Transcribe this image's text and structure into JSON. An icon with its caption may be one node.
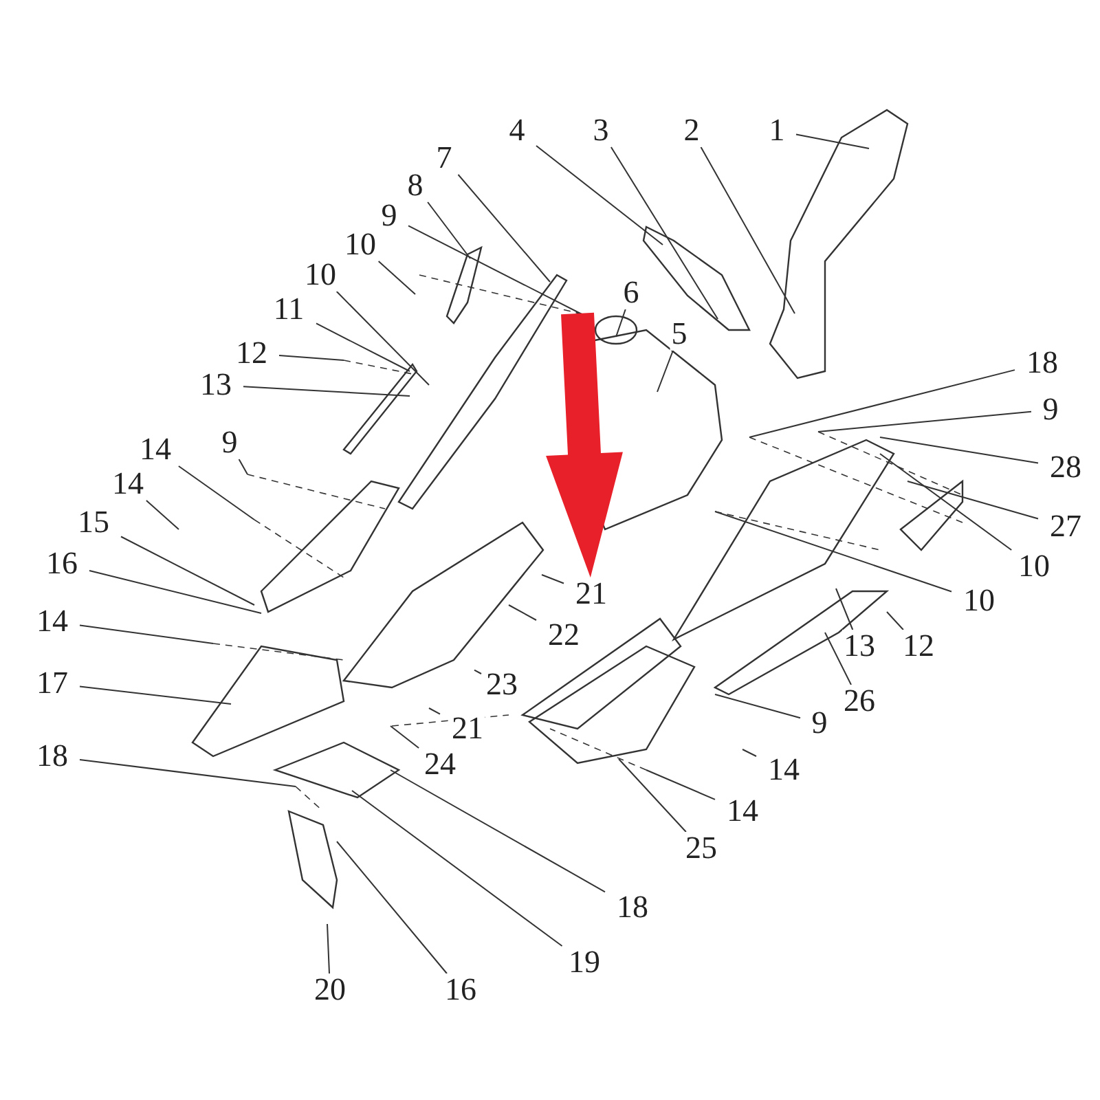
{
  "diagram": {
    "nodes": [
      {
        "text": [
          "1"
        ]
      },
      {
        "text": [
          "2"
        ]
      },
      {
        "text": [
          "3"
        ]
      },
      {
        "text": [
          "4"
        ]
      },
      {
        "text": [
          "5"
        ]
      },
      {
        "text": [
          "6"
        ]
      },
      {
        "text": [
          "7"
        ]
      },
      {
        "text": [
          "8"
        ]
      },
      {
        "text": [
          "9"
        ]
      },
      {
        "text": [
          "10"
        ]
      },
      {
        "text": [
          "10"
        ]
      },
      {
        "text": [
          "11"
        ]
      },
      {
        "text": [
          "12"
        ]
      },
      {
        "text": [
          "13"
        ]
      },
      {
        "text": [
          "9"
        ]
      },
      {
        "text": [
          "14"
        ]
      },
      {
        "text": [
          "14"
        ]
      },
      {
        "text": [
          "15"
        ]
      },
      {
        "text": [
          "16"
        ]
      },
      {
        "text": [
          "14"
        ]
      },
      {
        "text": [
          "17"
        ]
      },
      {
        "text": [
          "18"
        ]
      },
      {
        "text": [
          "18"
        ]
      },
      {
        "text": [
          "9"
        ]
      },
      {
        "text": [
          "28"
        ]
      },
      {
        "text": [
          "27"
        ]
      },
      {
        "text": [
          "10"
        ]
      },
      {
        "text": [
          "10"
        ]
      },
      {
        "text": [
          "21"
        ]
      },
      {
        "text": [
          "22"
        ]
      },
      {
        "text": [
          "13"
        ]
      },
      {
        "text": [
          "12"
        ]
      },
      {
        "text": [
          "26"
        ]
      },
      {
        "text": [
          "23"
        ]
      },
      {
        "text": [
          "21"
        ]
      },
      {
        "text": [
          "24"
        ]
      },
      {
        "text": [
          "9"
        ]
      },
      {
        "text": [
          "14"
        ]
      },
      {
        "text": [
          "14"
        ]
      },
      {
        "text": [
          "25"
        ]
      },
      {
        "text": [
          "18"
        ]
      },
      {
        "text": [
          "19"
        ]
      },
      {
        "text": [
          "20"
        ]
      },
      {
        "text": [
          "16"
        ]
      }
    ],
    "edges": [
      {
        "from": 0,
        "to": null,
        "arrow": "none"
      },
      {
        "from": 1,
        "to": null,
        "arrow": "none"
      },
      {
        "from": 2,
        "to": null,
        "arrow": "none"
      },
      {
        "from": 3,
        "to": null,
        "arrow": "none"
      },
      {
        "from": 4,
        "to": null,
        "arrow": "none"
      },
      {
        "from": 5,
        "to": null,
        "arrow": "none"
      },
      {
        "from": 6,
        "to": null,
        "arrow": "none"
      },
      {
        "from": 7,
        "to": null,
        "arrow": "none"
      },
      {
        "from": 8,
        "to": null,
        "arrow": "none"
      },
      {
        "from": 9,
        "to": null,
        "arrow": "none"
      },
      {
        "from": 10,
        "to": null,
        "arrow": "none"
      },
      {
        "from": 11,
        "to": null,
        "arrow": "none"
      },
      {
        "from": 12,
        "to": null,
        "arrow": "none"
      },
      {
        "from": 13,
        "to": null,
        "arrow": "none"
      },
      {
        "from": 14,
        "to": null,
        "arrow": "none"
      },
      {
        "from": 15,
        "to": null,
        "arrow": "none"
      },
      {
        "from": 16,
        "to": null,
        "arrow": "none"
      },
      {
        "from": 17,
        "to": null,
        "arrow": "none"
      },
      {
        "from": 18,
        "to": null,
        "arrow": "none"
      },
      {
        "from": 19,
        "to": null,
        "arrow": "none"
      },
      {
        "from": 20,
        "to": null,
        "arrow": "none"
      },
      {
        "from": 21,
        "to": null,
        "arrow": "none"
      },
      {
        "from": 22,
        "to": null,
        "arrow": "none"
      },
      {
        "from": 23,
        "to": null,
        "arrow": "none"
      },
      {
        "from": 24,
        "to": null,
        "arrow": "none"
      },
      {
        "from": 25,
        "to": null,
        "arrow": "none"
      },
      {
        "from": 26,
        "to": null,
        "arrow": "none"
      },
      {
        "from": 27,
        "to": null,
        "arrow": "none"
      },
      {
        "from": 28,
        "to": null,
        "arrow": "none"
      },
      {
        "from": 29,
        "to": null,
        "arrow": "none"
      },
      {
        "from": 30,
        "to": null,
        "arrow": "none"
      },
      {
        "from": 31,
        "to": null,
        "arrow": "none"
      },
      {
        "from": 32,
        "to": null,
        "arrow": "none"
      },
      {
        "from": 33,
        "to": null,
        "arrow": "none"
      },
      {
        "from": 34,
        "to": null,
        "arrow": "none"
      },
      {
        "from": 35,
        "to": null,
        "arrow": "none"
      },
      {
        "from": 36,
        "to": null,
        "arrow": "none"
      },
      {
        "from": 37,
        "to": null,
        "arrow": "none"
      },
      {
        "from": 38,
        "to": null,
        "arrow": "none"
      },
      {
        "from": 39,
        "to": null,
        "arrow": "none"
      },
      {
        "from": 40,
        "to": null,
        "arrow": "none"
      },
      {
        "from": 41,
        "to": null,
        "arrow": "none"
      },
      {
        "from": 42,
        "to": null,
        "arrow": "none"
      },
      {
        "from": 43,
        "to": null,
        "arrow": "none"
      },
      {
        "from": null,
        "to": 28,
        "arrow": "to",
        "style": "thick",
        "color": "#e8202a"
      }
    ]
  }
}
